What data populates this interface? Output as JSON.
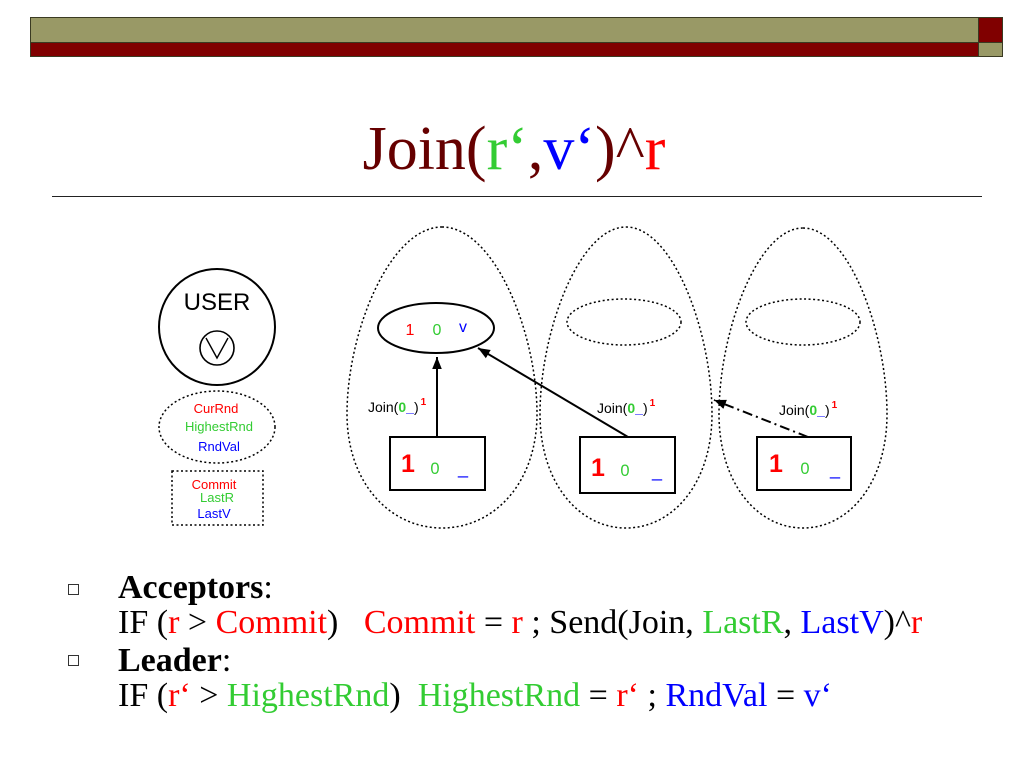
{
  "colors": {
    "olive": "#999966",
    "maroon": "#800000",
    "title": "#660000",
    "red": "#ff0000",
    "green": "#33cc33",
    "blue": "#0000ff",
    "black": "#000000"
  },
  "title": {
    "segments": [
      {
        "text": "Join(",
        "color": "#660000"
      },
      {
        "text": "r‘",
        "color": "#33cc33"
      },
      {
        "text": ",",
        "color": "#660000"
      },
      {
        "text": "v‘",
        "color": "#0000ff"
      },
      {
        "text": ")^",
        "color": "#660000"
      },
      {
        "text": "r",
        "color": "#ff0000"
      }
    ]
  },
  "diagram": {
    "user": {
      "label": "USER",
      "icon": "clock-icon"
    },
    "user_volatile": {
      "cur_rnd": "CurRnd",
      "highest_rnd": "HighestRnd",
      "rnd_val": "RndVal"
    },
    "user_stable": {
      "commit": "Commit",
      "last_r": "LastR",
      "last_v": "LastV"
    },
    "processes": [
      {
        "volatile": {
          "cur_rnd": "1",
          "highest_rnd": "0",
          "rnd_val": "v"
        },
        "stable": {
          "commit": "1",
          "last_r": "0",
          "last_v": "_"
        },
        "join_msg": {
          "open": "Join(",
          "r": "0",
          "v": "_",
          "close": ")",
          "round": "1"
        }
      },
      {
        "stable": {
          "commit": "1",
          "last_r": "0",
          "last_v": "_"
        },
        "join_msg": {
          "open": "Join(",
          "r": "0",
          "v": "_",
          "close": ")",
          "round": "1"
        }
      },
      {
        "stable": {
          "commit": "1",
          "last_r": "0",
          "last_v": "_"
        },
        "join_msg": {
          "open": "Join(",
          "r": "0",
          "v": "_",
          "close": ")",
          "round": "1"
        }
      }
    ]
  },
  "bullets": [
    {
      "icon": "hollow-square-icon",
      "heading": "Acceptors",
      "colon": ":",
      "segments": [
        {
          "text": "IF (",
          "color": "#000000"
        },
        {
          "text": "r",
          "color": "#ff0000"
        },
        {
          "text": " > ",
          "color": "#000000"
        },
        {
          "text": "Commit",
          "color": "#ff0000"
        },
        {
          "text": ")   ",
          "color": "#000000"
        },
        {
          "text": "Commit",
          "color": "#ff0000"
        },
        {
          "text": " = ",
          "color": "#000000"
        },
        {
          "text": "r",
          "color": "#ff0000"
        },
        {
          "text": " ; Send(Join, ",
          "color": "#000000"
        },
        {
          "text": "LastR",
          "color": "#33cc33"
        },
        {
          "text": ", ",
          "color": "#000000"
        },
        {
          "text": "LastV",
          "color": "#0000ff"
        },
        {
          "text": ")^",
          "color": "#000000"
        },
        {
          "text": "r",
          "color": "#ff0000"
        }
      ]
    },
    {
      "icon": "hollow-square-icon",
      "heading": "Leader",
      "colon": ":",
      "segments": [
        {
          "text": "IF (",
          "color": "#000000"
        },
        {
          "text": "r‘",
          "color": "#ff0000"
        },
        {
          "text": " > ",
          "color": "#000000"
        },
        {
          "text": "HighestRnd",
          "color": "#33cc33"
        },
        {
          "text": ")  ",
          "color": "#000000"
        },
        {
          "text": "HighestRnd",
          "color": "#33cc33"
        },
        {
          "text": " = ",
          "color": "#000000"
        },
        {
          "text": "r‘",
          "color": "#ff0000"
        },
        {
          "text": " ; ",
          "color": "#000000"
        },
        {
          "text": "RndVal",
          "color": "#0000ff"
        },
        {
          "text": " = ",
          "color": "#000000"
        },
        {
          "text": "v‘",
          "color": "#0000ff"
        }
      ]
    }
  ]
}
